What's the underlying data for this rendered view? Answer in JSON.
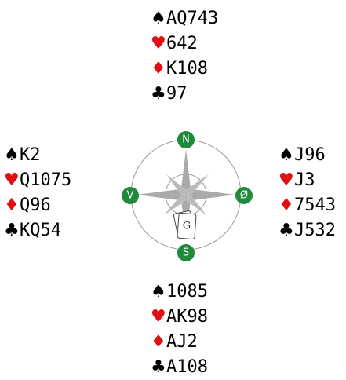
{
  "suits": {
    "spade": "♠",
    "heart": "♥",
    "diamond": "♦",
    "club": "♣"
  },
  "colors": {
    "red": "#e01010",
    "black": "#000000",
    "compass_green": "#1e8a3a",
    "rose_gray": "#aaaaaa"
  },
  "hands": {
    "north": {
      "spades": "AQ743",
      "hearts": "642",
      "diamonds": "K108",
      "clubs": "97"
    },
    "west": {
      "spades": "K2",
      "hearts": "Q1075",
      "diamonds": "Q96",
      "clubs": "KQ54"
    },
    "east": {
      "spades": "J96",
      "hearts": "J3",
      "diamonds": "7543",
      "clubs": "J532"
    },
    "south": {
      "spades": "1085",
      "hearts": "AK98",
      "diamonds": "AJ2",
      "clubs": "A108"
    }
  },
  "compass": {
    "north": "N",
    "west": "V",
    "east": "Ø",
    "south": "S",
    "dealer_card": "G"
  }
}
